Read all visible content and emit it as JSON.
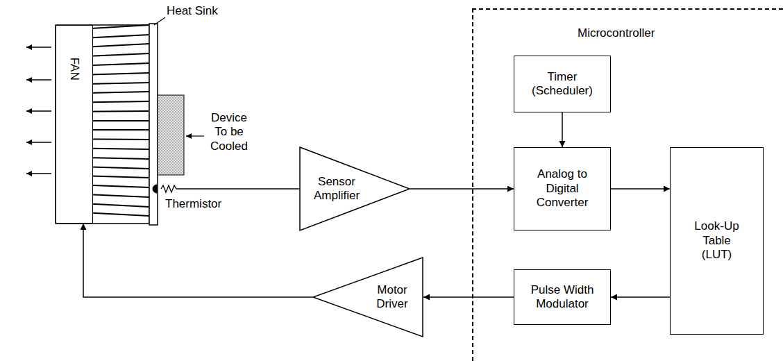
{
  "diagram": {
    "nodes": [
      {
        "text": [
          "FAN"
        ]
      },
      {
        "text": [
          "Sensor Amplifier"
        ]
      },
      {
        "text": [
          "Microcontroller"
        ]
      },
      {
        "text": [
          "Timer (Scheduler)"
        ],
        "in": 2
      },
      {
        "text": [
          "Analog to Digital Converter"
        ],
        "in": 2
      },
      {
        "text": [
          "Look-Up Table (LUT)"
        ],
        "in": 2
      },
      {
        "text": [
          "Pulse Width Modulator"
        ],
        "in": 2
      },
      {
        "text": [
          "Motor Driver"
        ]
      }
    ],
    "edges": [
      {
        "from": 1,
        "to": 4,
        "arrow": "to"
      },
      {
        "from": 3,
        "to": 4,
        "arrow": "to"
      },
      {
        "from": 4,
        "to": 5,
        "arrow": "to"
      },
      {
        "from": 5,
        "to": 6,
        "arrow": "to"
      },
      {
        "from": 6,
        "to": 7,
        "arrow": "to"
      },
      {
        "from": 7,
        "to": 0,
        "arrow": "to"
      }
    ],
    "labels": [
      "Heat Sink",
      "Device To be Cooled",
      "Thermistor"
    ]
  }
}
